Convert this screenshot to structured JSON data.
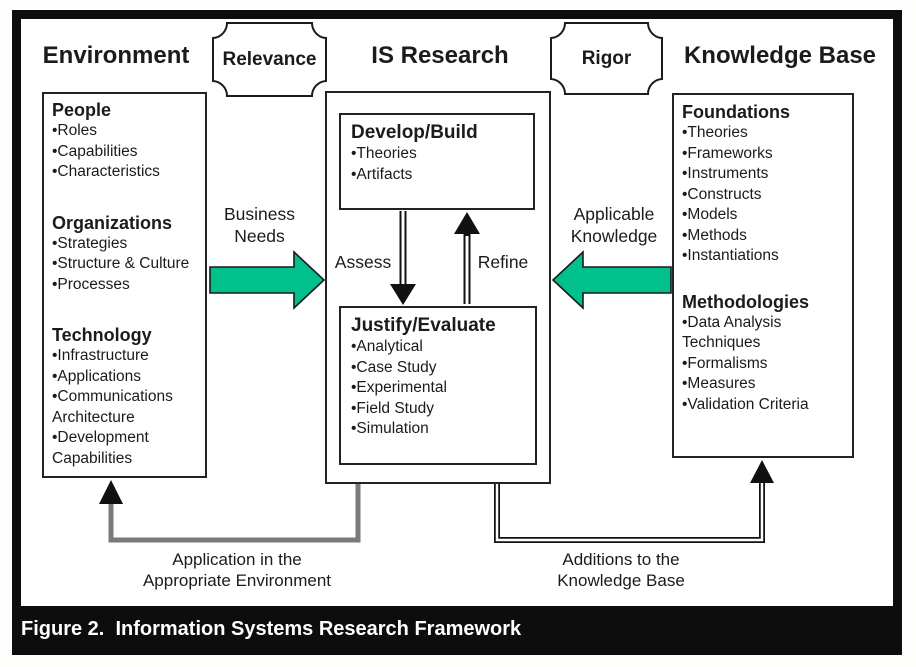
{
  "titles": {
    "environment": "Environment",
    "is_research": "IS Research",
    "knowledge_base": "Knowledge Base"
  },
  "badges": {
    "relevance": "Relevance",
    "rigor": "Rigor"
  },
  "environment_box": {
    "sections": [
      {
        "title": "People",
        "items": [
          "Roles",
          "Capabilities",
          "Characteristics"
        ]
      },
      {
        "title": "Organizations",
        "items": [
          "Strategies",
          "Structure & Culture",
          "Processes"
        ]
      },
      {
        "title": "Technology",
        "items": [
          "Infrastructure",
          "Applications",
          "Communications Architecture",
          "Development Capabilities"
        ]
      }
    ]
  },
  "is_research_box": {
    "develop_build": {
      "title": "Develop/Build",
      "items": [
        "Theories",
        "Artifacts"
      ]
    },
    "assess_label": "Assess",
    "refine_label": "Refine",
    "justify_evaluate": {
      "title": "Justify/Evaluate",
      "items": [
        "Analytical",
        "Case Study",
        "Experimental",
        "Field Study",
        "Simulation"
      ]
    }
  },
  "knowledge_base_box": {
    "sections": [
      {
        "title": "Foundations",
        "items": [
          "Theories",
          "Frameworks",
          "Instruments",
          "Constructs",
          "Models",
          "Methods",
          "Instantiations"
        ]
      },
      {
        "title": "Methodologies",
        "items": [
          "Data Analysis Techniques",
          "Formalisms",
          "Measures",
          "Validation Criteria"
        ]
      }
    ]
  },
  "flows": {
    "business_needs": "Business Needs",
    "applicable_knowledge": "Applicable Knowledge",
    "application_note": "Application in the Appropriate Environment",
    "additions_note": "Additions to the Knowledge Base"
  },
  "colors": {
    "flow_green": "#00C18C"
  },
  "caption": "Figure 2.  Information Systems Research Framework"
}
